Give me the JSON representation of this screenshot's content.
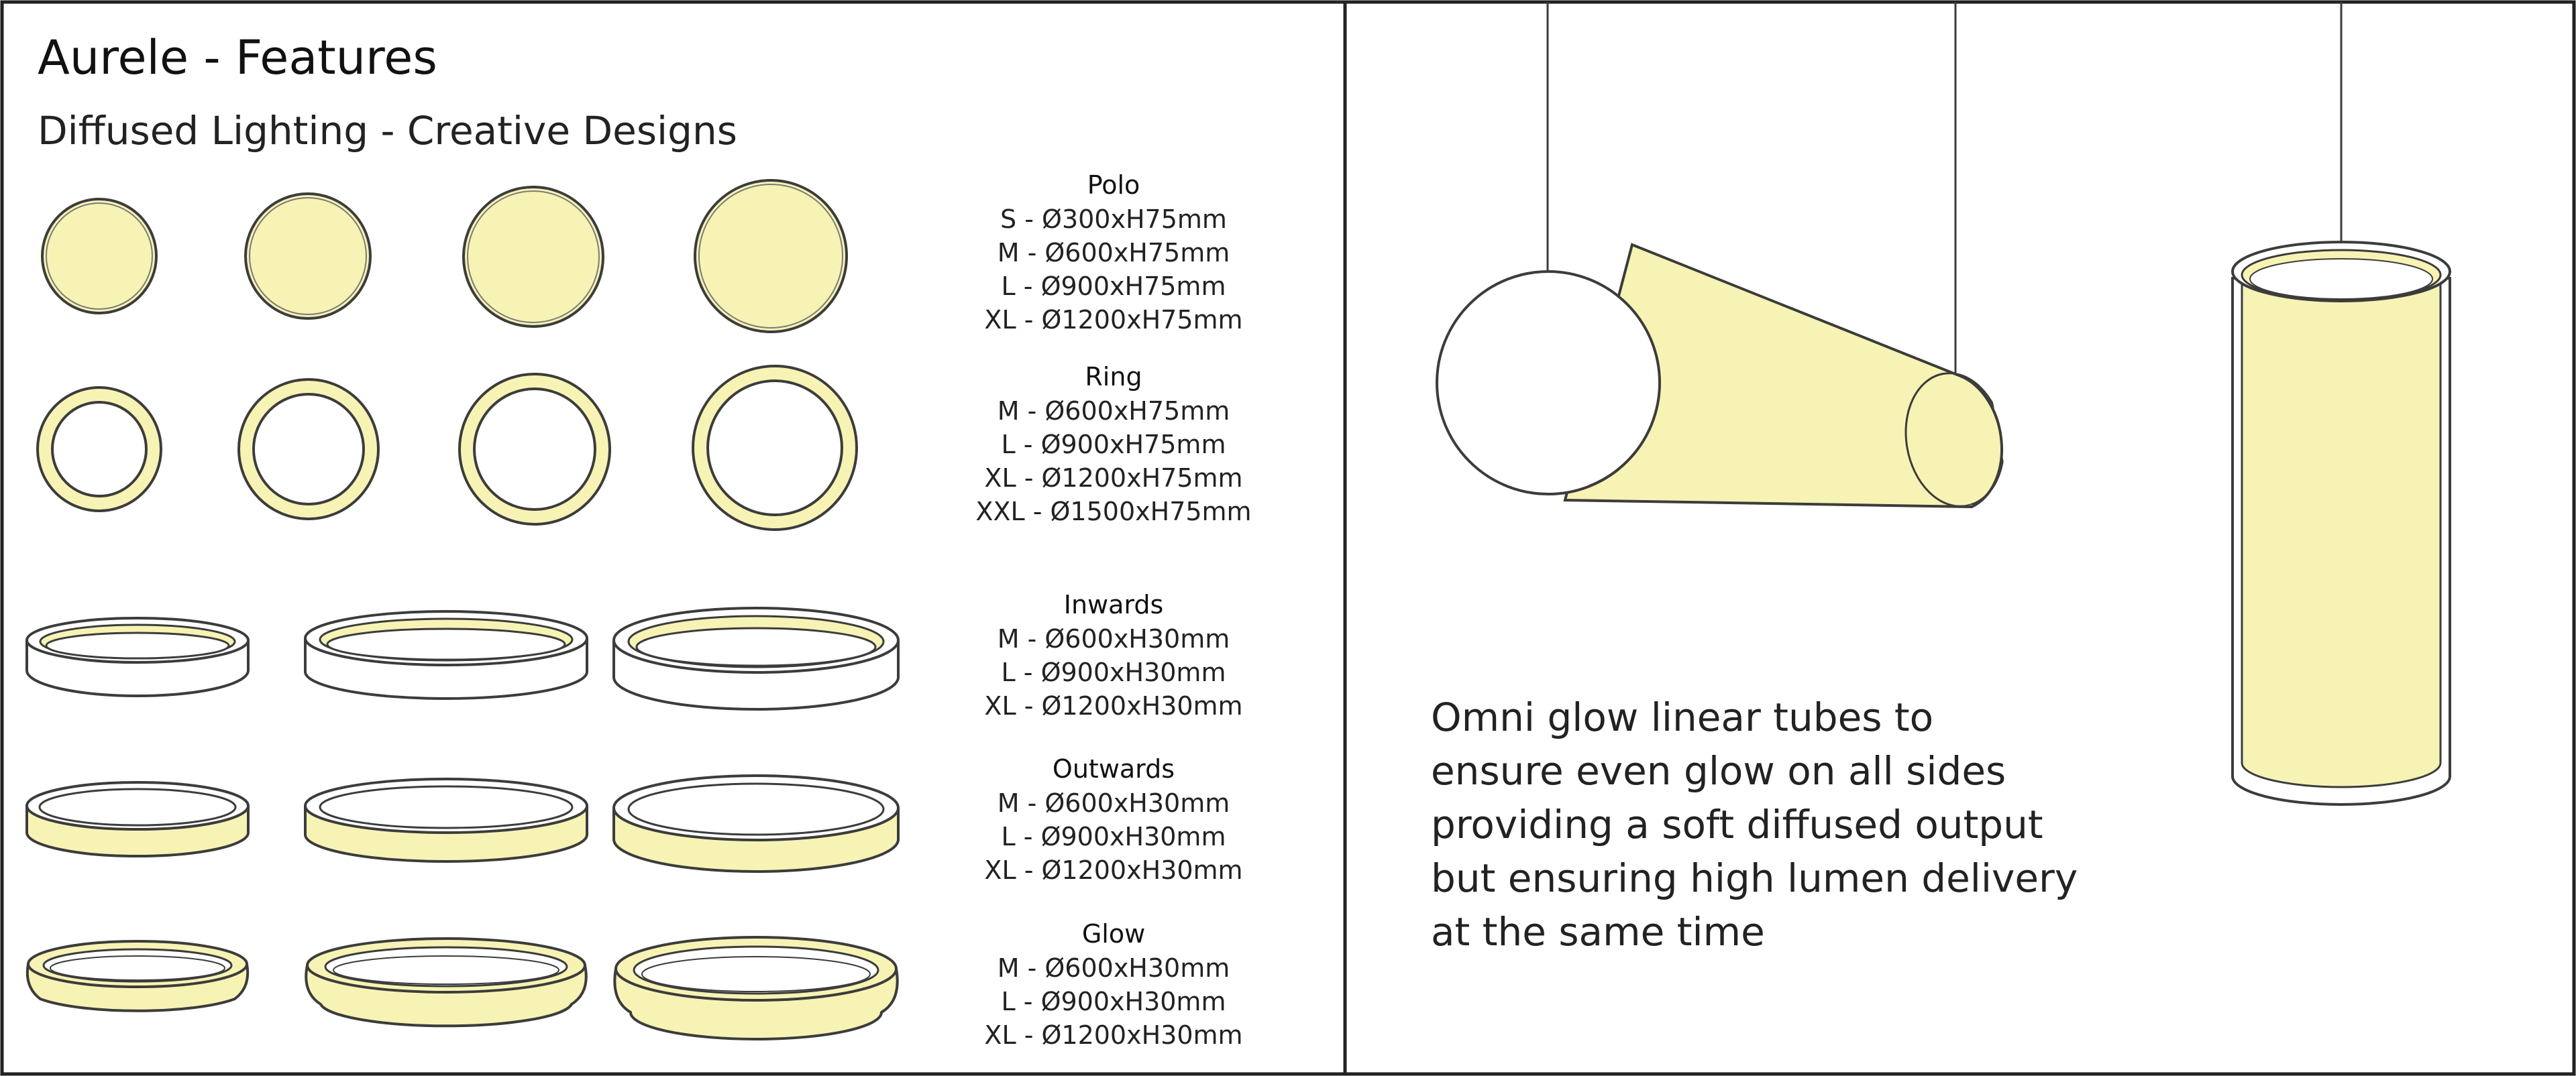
{
  "title": "Aurele - Features",
  "subtitle": "Diffused Lighting - Creative Designs",
  "colors": {
    "glow": "#f7f3b4",
    "outline": "#3c3c3c",
    "frame": "#222222"
  },
  "icons": [
    "polo-disc-icon",
    "ring-icon",
    "inwards-ring-icon",
    "outwards-ring-icon",
    "glow-ring-icon",
    "horizontal-tube-icon",
    "vertical-tube-icon"
  ],
  "products": [
    {
      "name": "Polo",
      "sizes": [
        "S - Ø300xH75mm",
        "M - Ø600xH75mm",
        "L - Ø900xH75mm",
        "XL - Ø1200xH75mm"
      ]
    },
    {
      "name": "Ring",
      "sizes": [
        "M - Ø600xH75mm",
        "L - Ø900xH75mm",
        "XL - Ø1200xH75mm",
        "XXL - Ø1500xH75mm"
      ]
    },
    {
      "name": "Inwards",
      "sizes": [
        "M - Ø600xH30mm",
        "L - Ø900xH30mm",
        "XL - Ø1200xH30mm"
      ]
    },
    {
      "name": "Outwards",
      "sizes": [
        "M - Ø600xH30mm",
        "L - Ø900xH30mm",
        "XL - Ø1200xH30mm"
      ]
    },
    {
      "name": "Glow",
      "sizes": [
        "M - Ø600xH30mm",
        "L - Ø900xH30mm",
        "XL - Ø1200xH30mm"
      ]
    }
  ],
  "description": [
    "Omni glow linear tubes to",
    "ensure even glow on all sides",
    "providing a soft diffused output",
    "but ensuring high lumen delivery",
    "at the same time"
  ]
}
